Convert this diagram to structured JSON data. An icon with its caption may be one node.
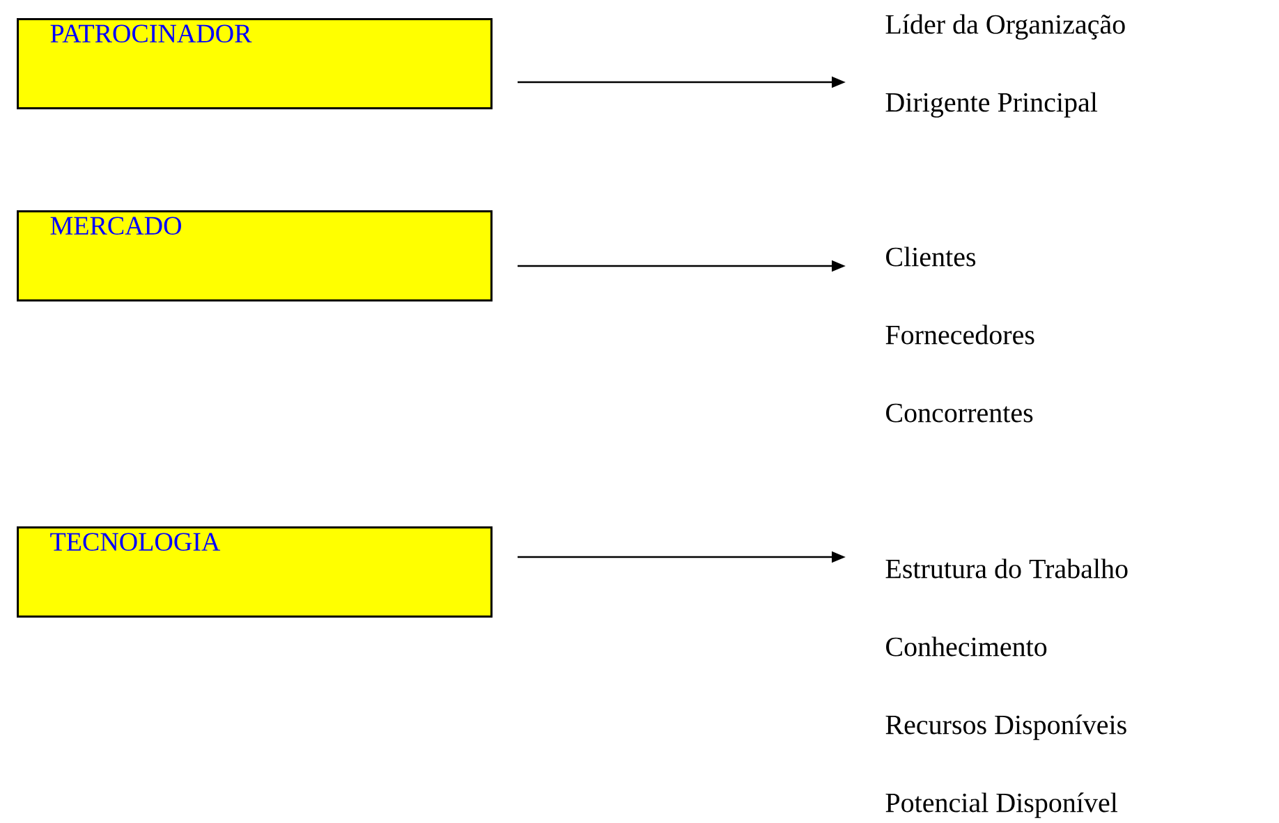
{
  "diagram": {
    "nodes": [
      {
        "text": [
          "PATROCINADOR"
        ]
      },
      {
        "text": [
          "MERCADO"
        ]
      },
      {
        "text": [
          "TECNOLOGIA"
        ]
      },
      {
        "text": [
          "Líder da Organização",
          "Dirigente Principal"
        ]
      },
      {
        "text": [
          "Clientes",
          "Fornecedores",
          "Concorrentes"
        ]
      },
      {
        "text": [
          "Estrutura do Trabalho",
          "Conhecimento",
          "Recursos Disponíveis",
          "Potencial Disponível"
        ]
      }
    ],
    "edges": [
      {
        "from": 0,
        "to": 3,
        "arrow": "to"
      },
      {
        "from": 1,
        "to": 4,
        "arrow": "to"
      },
      {
        "from": 2,
        "to": 5,
        "arrow": "to"
      }
    ]
  }
}
